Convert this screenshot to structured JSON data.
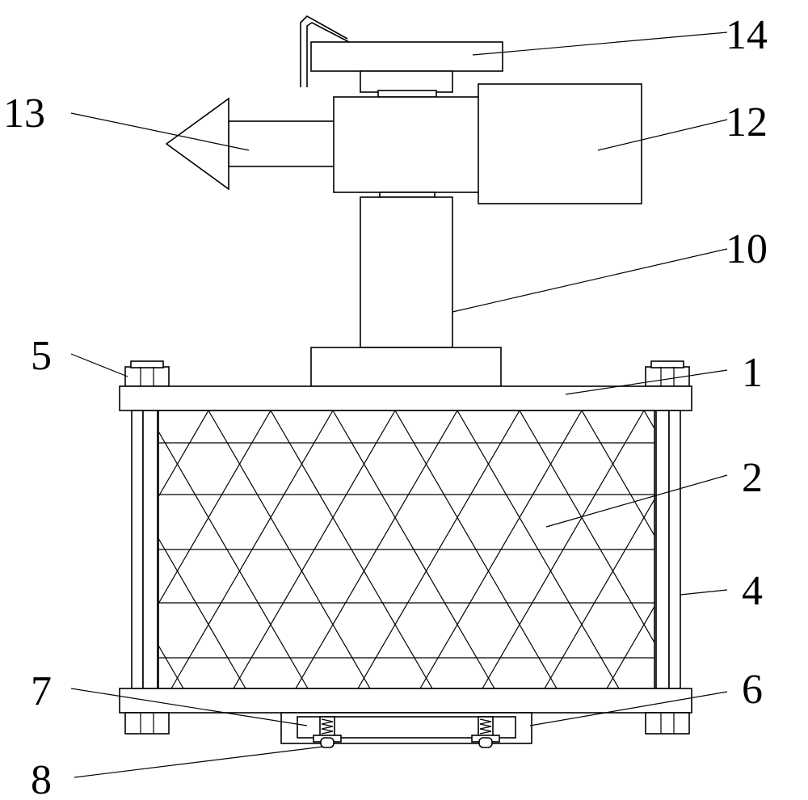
{
  "labels": {
    "top_plate": "1",
    "mesh_panel": "2",
    "side_rod": "4",
    "bolt_nut": "5",
    "bottom_bracket": "6",
    "spring": "7",
    "wheel": "8",
    "column": "10",
    "motor": "12",
    "horn": "13",
    "solar_panel": "14"
  }
}
